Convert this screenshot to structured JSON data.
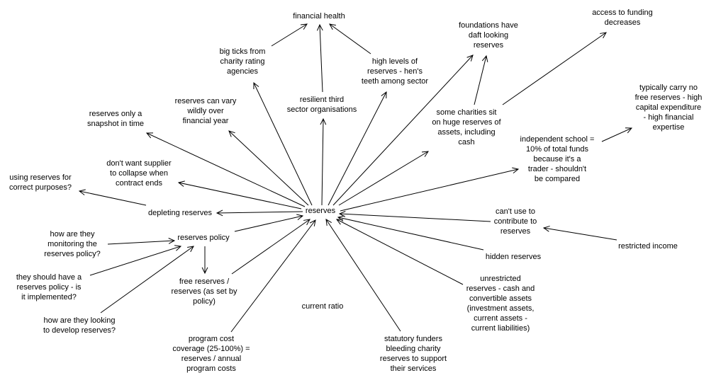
{
  "nodes": {
    "financial_health": "financial health",
    "big_ticks": "big ticks from\ncharity rating\nagencies",
    "high_levels": "high levels of\nreserves - hen's\nteeth among sector",
    "resilient": "resilient third\nsector organisations",
    "foundations": "foundations have\ndaft looking\nreserves",
    "access_funding": "access to funding\ndecreases",
    "typically_carry": "typically carry no\nfree reserves - high\ncapital expenditure\n- high financial\nexpertise",
    "some_charities": "some charities sit\non huge reserves of\nassets, including\ncash",
    "independent_school": "independent school =\n10% of total funds\nbecause it's a\ntrader - shouldn't\nbe compared",
    "snapshot": "reserves only a\nsnapshot in time",
    "can_vary": "reserves can vary\nwildly over\nfinancial year",
    "supplier": "don't want supplier\nto collapse when\ncontract ends",
    "correct_purposes": "using reserves for\ncorrect purposes?",
    "depleting": "depleting reserves",
    "reserves": "reserves",
    "cant_use": "can't use to\ncontribute to\nreserves",
    "restricted_income": "restricted income",
    "hidden": "hidden reserves",
    "unrestricted": "unrestricted\nreserves - cash and\nconvertible assets\n(investment assets,\ncurrent assets -\ncurrent liabilities)",
    "statutory": "statutory funders\nbleeding charity\nreserves to support\ntheir services",
    "current_ratio": "current ratio",
    "program_cost": "program cost\ncoverage (25-100%) =\nreserves / annual\nprogram costs",
    "free_reserves": "free reserves /\nreserves (as set by\npolicy)",
    "reserves_policy": "reserves policy",
    "monitoring": "how are they\nmonitoring the\nreserves policy?",
    "should_have": "they should have a\nreserves policy - is\nit implemented?",
    "develop": "how are they looking\nto develop reserves?"
  },
  "edges": [
    {
      "from": "big_ticks",
      "to": "financial_health"
    },
    {
      "from": "resilient",
      "to": "financial_health"
    },
    {
      "from": "high_levels",
      "to": "financial_health"
    },
    {
      "from": "reserves",
      "to": "big_ticks"
    },
    {
      "from": "reserves",
      "to": "resilient"
    },
    {
      "from": "reserves",
      "to": "high_levels"
    },
    {
      "from": "reserves",
      "to": "foundations"
    },
    {
      "from": "reserves",
      "to": "some_charities"
    },
    {
      "from": "reserves",
      "to": "independent_school"
    },
    {
      "from": "some_charities",
      "to": "foundations"
    },
    {
      "from": "some_charities",
      "to": "access_funding"
    },
    {
      "from": "independent_school",
      "to": "typically_carry"
    },
    {
      "from": "reserves",
      "to": "snapshot"
    },
    {
      "from": "reserves",
      "to": "can_vary"
    },
    {
      "from": "reserves",
      "to": "supplier"
    },
    {
      "from": "reserves",
      "to": "depleting"
    },
    {
      "from": "depleting",
      "to": "correct_purposes"
    },
    {
      "from": "reserves_policy",
      "to": "reserves"
    },
    {
      "from": "monitoring",
      "to": "reserves_policy"
    },
    {
      "from": "should_have",
      "to": "reserves_policy"
    },
    {
      "from": "develop",
      "to": "reserves_policy"
    },
    {
      "from": "reserves_policy",
      "to": "free_reserves"
    },
    {
      "from": "free_reserves",
      "to": "reserves"
    },
    {
      "from": "program_cost",
      "to": "reserves"
    },
    {
      "from": "statutory",
      "to": "reserves"
    },
    {
      "from": "unrestricted",
      "to": "reserves"
    },
    {
      "from": "hidden",
      "to": "reserves"
    },
    {
      "from": "cant_use",
      "to": "reserves"
    },
    {
      "from": "restricted_income",
      "to": "cant_use"
    }
  ]
}
